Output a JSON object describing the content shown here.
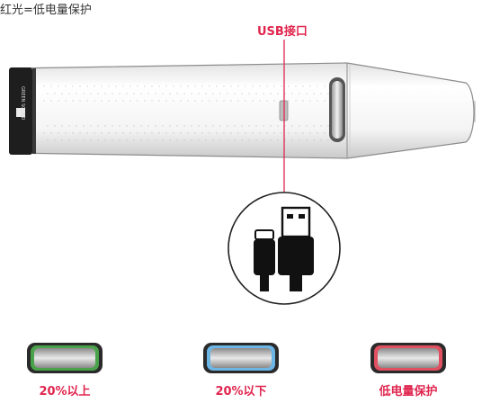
{
  "caption": "红光=低电量保护",
  "usb_label": "USB接口",
  "brand_text": "GREEN SOUND",
  "indicators": [
    {
      "label": "20%以上",
      "color": "#4aa24a"
    },
    {
      "label": "20%以下",
      "color": "#6cb6e6"
    },
    {
      "label": "低电量保护",
      "color": "#e05060"
    }
  ],
  "accent_color": "#e0254e"
}
